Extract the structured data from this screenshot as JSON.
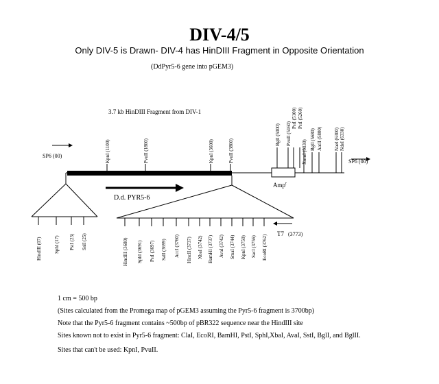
{
  "title": "DIV-4/5",
  "subtitle": "Only DIV-5 is Drawn- DIV-4 has HinDIII Fragment in Opposite Orientation",
  "construct_note": "(DdPyr5-6 gene into pGEM3)",
  "fragment_label": "3.7 kb HinDIII Fragment from DIV-1",
  "gene_label": "D.d. PYR5-6",
  "amp_label": "Amp",
  "amp_superscript": "r",
  "sp6_left": "SP6 (00)",
  "sp6_right": "SP6 (00)",
  "t7_label": "T7",
  "t7_position": "(3773)",
  "main_sites": [
    "KpnI (1100)",
    "PvuII (1800)",
    "KpnI (3600)",
    "PvuII (3800)"
  ],
  "vector_sites": [
    "BglI (5000)",
    "PvuII (5160)",
    "PstI (5100)",
    "PstI (5260)",
    "XmnI (5330)",
    "BglI (5680)",
    "AatII (5800)",
    "NaeI (6300)",
    "NdeI (6330)"
  ],
  "left_mcs_sites": [
    "HindIII (07)",
    "SphI (17)",
    "PstI (23)",
    "SalI (25)"
  ],
  "right_mcs_sites": [
    "HindIII (3680)",
    "SphI (3691)",
    "PstI (3697)",
    "SalI (3699)",
    "AccI (3760)",
    "HincII (3737)",
    "XbaI (3742)",
    "BamHI (3737)",
    "AvaI (3742)",
    "SmaI (3744)",
    "KpnI (3750)",
    "SacI (3756)",
    "EcoRI (3762)"
  ],
  "footer": [
    "1 cm = 500 bp",
    "(Sites calculated from the Promega map of pGEM3 assuming the Pyr5-6 fragment is 3700bp)",
    "Note that the Pyr5-6 fragment contains ~500bp of pBR322 sequence near the HindIII site",
    "Sites known not to exist in Pyr5-6 fragment:  ClaI, EcoRI, BamHI, PstI, SphI,XbaI, AvaI, SstI, BglI, and BglII.",
    "Sites that can't be used: KpnI, PvuII."
  ]
}
